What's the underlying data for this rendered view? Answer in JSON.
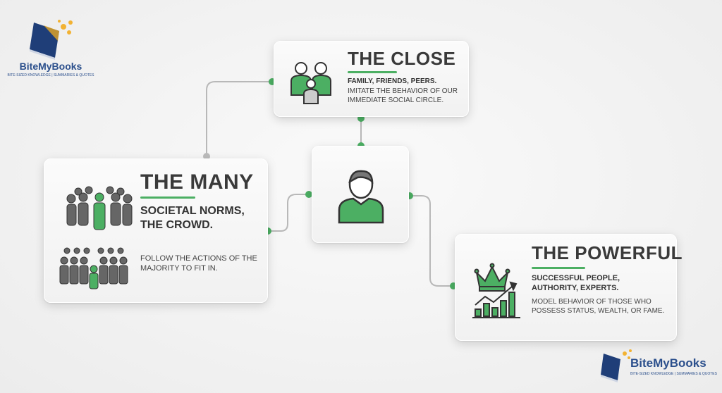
{
  "brand": {
    "name": "BiteMyBooks",
    "tagline": "BITE-SIZED KNOWLEDGE | SUMMARIES & QUOTES"
  },
  "colors": {
    "accent": "#4caf63",
    "connector": "#b8b8b8",
    "text": "#3a3a3a",
    "brand": "#2b4f8c"
  },
  "center": {
    "icon": "person-icon"
  },
  "cards": {
    "close": {
      "title": "THE CLOSE",
      "subtitle": "FAMILY, FRIENDS, PEERS.",
      "body": "IMITATE THE BEHAVIOR OF OUR IMMEDIATE SOCIAL CIRCLE.",
      "icon": "family-icon"
    },
    "many": {
      "title": "THE MANY",
      "subtitle": "SOCIETAL NORMS, THE CROWD.",
      "body": "FOLLOW THE ACTIONS OF THE MAJORITY TO FIT IN.",
      "icon": "crowd-icon"
    },
    "powerful": {
      "title": "THE POWERFUL",
      "subtitle": "SUCCESSFUL PEOPLE, AUTHORITY, EXPERTS.",
      "body": "MODEL BEHAVIOR OF THOSE WHO POSSESS STATUS, WEALTH, OR FAME.",
      "icon": "crown-chart-icon"
    }
  }
}
